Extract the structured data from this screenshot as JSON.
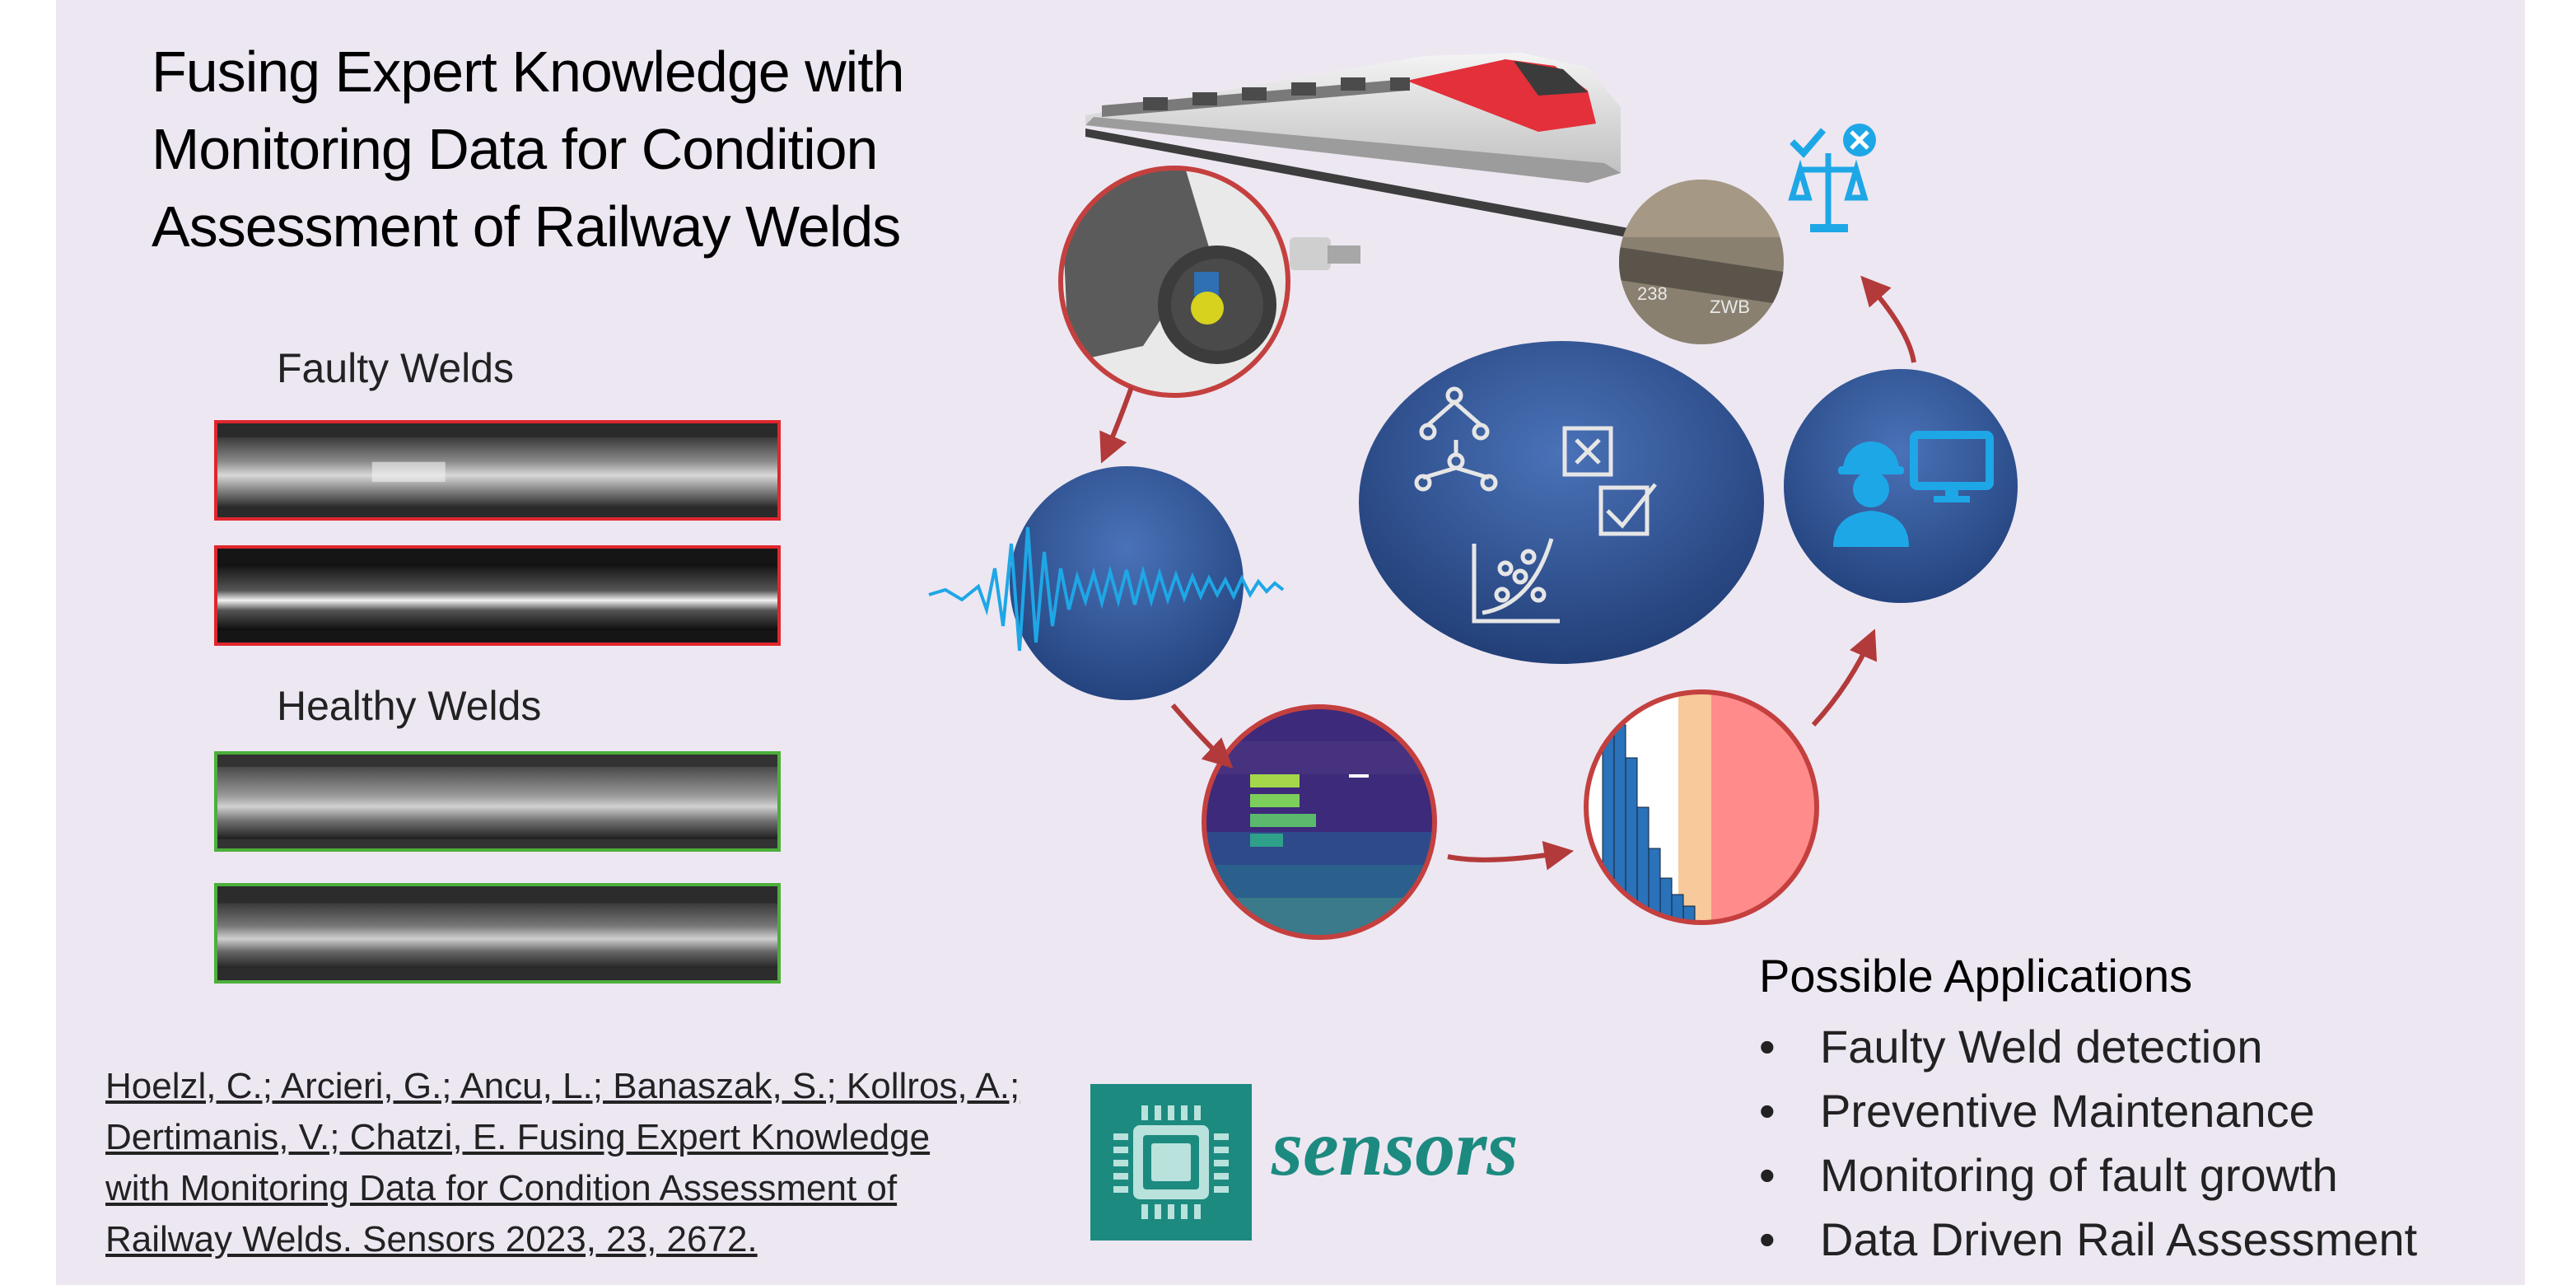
{
  "title": {
    "line1": "Fusing Expert Knowledge with",
    "line2": "Monitoring Data for Condition",
    "line3": "Assessment of Railway Welds"
  },
  "welds": {
    "faulty_label": "Faulty Welds",
    "healthy_label": "Healthy Welds"
  },
  "citation": {
    "line1": "Hoelzl, C.; Arcieri, G.; Ancu, L.; Banaszak, S.; Kollros, A.;",
    "line2": "Dertimanis, V.; Chatzi, E. Fusing Expert Knowledge",
    "line3": "with Monitoring Data for Condition Assessment of",
    "line4": "Railway Welds. Sensors 2023, 23, 2672."
  },
  "journal": {
    "name": "sensors"
  },
  "applications": {
    "title": "Possible Applications",
    "bullet": "•",
    "items": [
      "Faulty Weld detection",
      "Preventive Maintenance",
      "Monitoring of fault growth",
      "Data Driven Rail Assessment"
    ]
  },
  "photo_labels": {
    "label_a": "238",
    "label_b": "ZWB"
  },
  "colors": {
    "background": "#ede7f2",
    "circle_blue": "#2f5597",
    "icon_cyan": "#1ea7e6",
    "faulty_border": "#e0262d",
    "healthy_border": "#4caf3a",
    "arrow_red": "#b33a3a",
    "journal_teal": "#1d8a80"
  },
  "icons": [
    "train-image",
    "sensor-wheel-icon",
    "signal-waveform-icon",
    "spectrogram-image",
    "histogram-image",
    "engineer-computer-icon",
    "weld-photo-image",
    "balance-scale-icon",
    "decision-tree-icon",
    "checkbox-icon",
    "scatter-plot-icon",
    "sensors-chip-icon"
  ]
}
